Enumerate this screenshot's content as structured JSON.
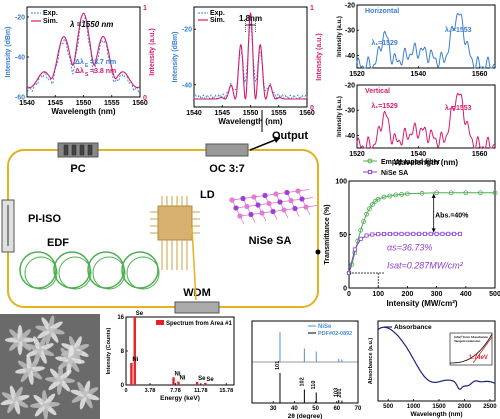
{
  "chart_data": [
    {
      "type": "line",
      "panel": "spectrum-1",
      "xlabel": "Wavelength (nm)",
      "ylabel": "Intensity (dBm)",
      "y2label": "Intensity (a.u.)",
      "xlim": [
        1540,
        1560
      ],
      "ylim": [
        -60,
        -15
      ],
      "y2lim": [
        0,
        1
      ],
      "xticks": [
        1540,
        1545,
        1550,
        1555,
        1560
      ],
      "yticks": [
        -20,
        -40,
        -60
      ],
      "y2ticks": [
        0,
        1
      ],
      "series": [
        {
          "name": "Exp."
        },
        {
          "name": "Sim."
        }
      ],
      "annotations": [
        "λ =1550 nm",
        "Δλ",
        "=3.7 nm",
        "=3.8 nm"
      ],
      "subscripts": [
        "E",
        "S"
      ]
    },
    {
      "type": "line",
      "panel": "spectrum-2",
      "xlabel": "Wavelength (nm)",
      "ylabel": "Intensity (dBm)",
      "y2label": "Intensity (a.u.)",
      "xlim": [
        1540,
        1560
      ],
      "ylim": [
        -48,
        -12
      ],
      "y2lim": [
        0,
        1
      ],
      "xticks": [
        1540,
        1545,
        1550,
        1555,
        1560
      ],
      "yticks": [
        -20,
        -40
      ],
      "y2ticks": [
        0,
        1
      ],
      "series": [
        {
          "name": "Exp."
        },
        {
          "name": "Sim."
        }
      ],
      "annotations": [
        "1.8nm"
      ]
    },
    {
      "type": "line",
      "panel": "polarization-horizontal",
      "ylabel": "Intensity (a.u.)",
      "xlim": [
        1520,
        1565
      ],
      "ylim": [
        -45,
        -20
      ],
      "xticks": [
        1520,
        1540,
        1560
      ],
      "yticks": [
        -20,
        -30,
        -40
      ],
      "series": [
        {
          "name": "Horizontal"
        }
      ],
      "peak_labels": [
        "λ₁=1529",
        "λ₂=1553"
      ]
    },
    {
      "type": "line",
      "panel": "polarization-vertical",
      "xlabel": "Wavelength (nm)",
      "ylabel": "Intensity (a.u.)",
      "xlim": [
        1520,
        1565
      ],
      "ylim": [
        -45,
        -20
      ],
      "xticks": [
        1520,
        1540,
        1560
      ],
      "yticks": [
        -20,
        -30,
        -40
      ],
      "series": [
        {
          "name": "Vertical"
        }
      ],
      "peak_labels": [
        "λ₁=1529",
        "λ₂=1553"
      ]
    },
    {
      "type": "scatter",
      "panel": "saturable-absorption",
      "xlabel": "Intensity (MW/cm²)",
      "ylabel": "Transmittance (%)",
      "xlim": [
        0,
        500
      ],
      "ylim": [
        0,
        100
      ],
      "xticks": [
        0,
        100,
        200,
        300,
        400,
        500
      ],
      "yticks": [
        0,
        50,
        100
      ],
      "series": [
        {
          "name": "Empty taped fiber",
          "x": [
            0,
            10,
            20,
            30,
            40,
            50,
            60,
            70,
            80,
            90,
            100,
            120,
            140,
            160,
            180,
            200,
            250,
            300,
            350,
            400,
            450,
            500
          ],
          "y": [
            14,
            22,
            33,
            44,
            54,
            62,
            69,
            74,
            78,
            81,
            83,
            85,
            86,
            87,
            87.5,
            88,
            88.5,
            89,
            89,
            89,
            89,
            89
          ]
        },
        {
          "name": "NiSe SA",
          "x": [
            0,
            20,
            40,
            60,
            80,
            100,
            120,
            140,
            160,
            180,
            200,
            220,
            240,
            260,
            280,
            300,
            320,
            340,
            360,
            380
          ],
          "y": [
            14,
            36,
            46,
            49,
            50,
            50.3,
            50.5,
            50.5,
            50.6,
            50.6,
            50.6,
            50.6,
            50.6,
            50.6,
            50.6,
            50.6,
            50.6,
            50.6,
            50.6,
            50.6
          ]
        }
      ],
      "annotations": [
        "Abs.=40%",
        "αs=36.73%",
        "Isat=0.287MW/cm²"
      ]
    },
    {
      "type": "bar",
      "panel": "eds",
      "title": "Spectrum from Area #1",
      "xlabel": "Energy (keV)",
      "ylabel": "Intensity (Counts)",
      "ylim": [
        0,
        16
      ],
      "xticks": [
        "0",
        "3.78",
        "7.78",
        "11.78",
        "15.78"
      ],
      "yticks": [
        0,
        8,
        16
      ],
      "peaks": [
        {
          "label": "Se",
          "x": 1.38,
          "y": 16
        },
        {
          "label": "Ni",
          "x": 0.85,
          "y": 5.2
        },
        {
          "label": "Ni",
          "x": 7.48,
          "y": 1.8
        },
        {
          "label": "Ni",
          "x": 8.26,
          "y": 0.8
        },
        {
          "label": "Se",
          "x": 11.2,
          "y": 0.7
        },
        {
          "label": "Se",
          "x": 12.5,
          "y": 0.5
        }
      ]
    },
    {
      "type": "bar",
      "panel": "xrd",
      "xlabel": "2θ (degree)",
      "xlim": [
        20,
        70
      ],
      "xticks": [
        30,
        40,
        50,
        60,
        70
      ],
      "series": [
        {
          "name": "NiSe"
        },
        {
          "name": "PDF#02-0892"
        }
      ],
      "peaks": [
        {
          "hkl": "101",
          "x": 33.2,
          "y": 1.0
        },
        {
          "hkl": "102",
          "x": 44.7,
          "y": 0.45
        },
        {
          "hkl": "110",
          "x": 50.3,
          "y": 0.35
        },
        {
          "hkl": "103",
          "x": 60.9,
          "y": 0.1
        },
        {
          "hkl": "201",
          "x": 62.4,
          "y": 0.08
        }
      ]
    },
    {
      "type": "line",
      "panel": "absorbance",
      "xlabel": "Wavelength (nm)",
      "ylabel": "Absorbance (a.u.)",
      "xlim": [
        300,
        2600
      ],
      "xticks": [
        500,
        1000,
        1500,
        2000,
        2500
      ],
      "series": [
        {
          "name": "Absorbance"
        }
      ],
      "inset": {
        "annotation": "1.74eV",
        "legend": [
          "(αhν)² from Absorbance",
          "Tangent extension"
        ]
      }
    }
  ],
  "diagram": {
    "labels": [
      "PC",
      "OC 3:7",
      "Output",
      "LD",
      "PI-ISO",
      "EDF",
      "WDM",
      "NiSe SA"
    ]
  }
}
